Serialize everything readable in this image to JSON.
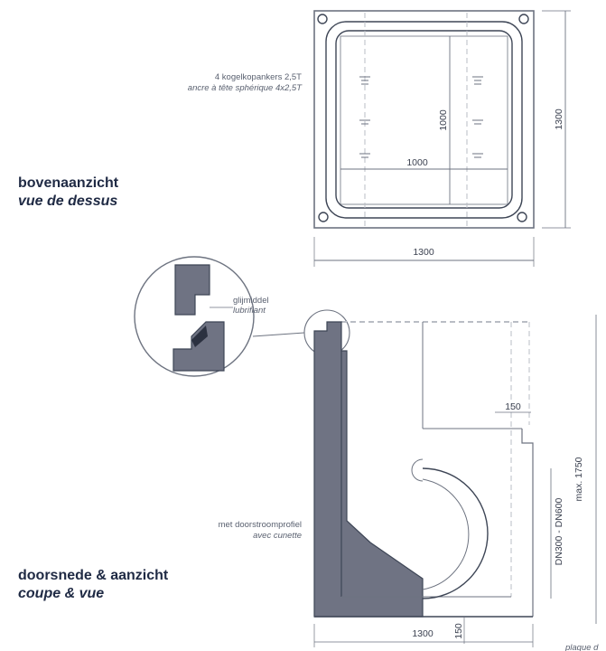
{
  "top_view": {
    "title_nl": "bovenaanzicht",
    "title_fr": "vue de dessus",
    "anchors_nl": "4 kogelkopankers 2,5T",
    "anchors_fr": "ancre à tête sphérique 4x2,5T",
    "dim_inner_width": "1000",
    "dim_inner_height": "1000",
    "dim_outer_height": "1300",
    "dim_outer_width": "1300"
  },
  "detail": {
    "label_nl": "glijmiddel",
    "label_fr": "lubrifiant"
  },
  "section_view": {
    "title_nl": "doorsnede & aanzicht",
    "title_fr": "coupe & vue",
    "profile_nl": "met doorstroomprofiel",
    "profile_fr": "avec cunette",
    "dim_step": "150",
    "dim_pipe": "DN300 - DN600",
    "dim_height": "max. 1750",
    "dim_width": "1300",
    "dim_floor": "150",
    "cut_note": "plaque d"
  },
  "colors": {
    "concrete": "#6f7383",
    "line": "#6d7380",
    "text": "#1f2a44"
  }
}
